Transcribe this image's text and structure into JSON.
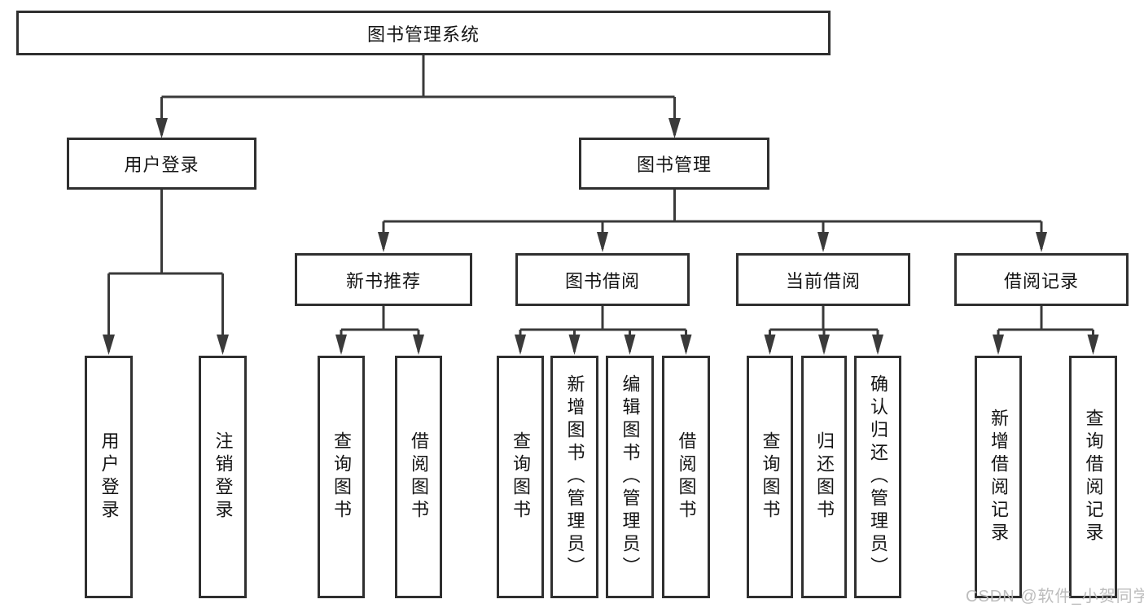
{
  "tree": {
    "root": "图书管理系统",
    "branches": [
      {
        "label": "用户登录",
        "children": [
          {
            "label": "用户登录"
          },
          {
            "label": "注销登录"
          }
        ]
      },
      {
        "label": "图书管理",
        "children": [
          {
            "label": "新书推荐",
            "children": [
              {
                "label": "查询图书"
              },
              {
                "label": "借阅图书"
              }
            ]
          },
          {
            "label": "图书借阅",
            "children": [
              {
                "label": "查询图书"
              },
              {
                "label": "新增图书（管理员）"
              },
              {
                "label": "编辑图书（管理员）"
              },
              {
                "label": "借阅图书"
              }
            ]
          },
          {
            "label": "当前借阅",
            "children": [
              {
                "label": "查询图书"
              },
              {
                "label": "归还图书"
              },
              {
                "label": "确认归还（管理员）"
              }
            ]
          },
          {
            "label": "借阅记录",
            "children": [
              {
                "label": "新增借阅记录"
              },
              {
                "label": "查询借阅记录"
              }
            ]
          }
        ]
      }
    ]
  },
  "watermark": {
    "text": "CSDN @软件_小贺同学"
  },
  "colors": {
    "line": "#3a3a3a",
    "box_border": "#2f2f2f",
    "text": "#141414",
    "watermark": "#b9b9b9",
    "background": "#ffffff"
  }
}
